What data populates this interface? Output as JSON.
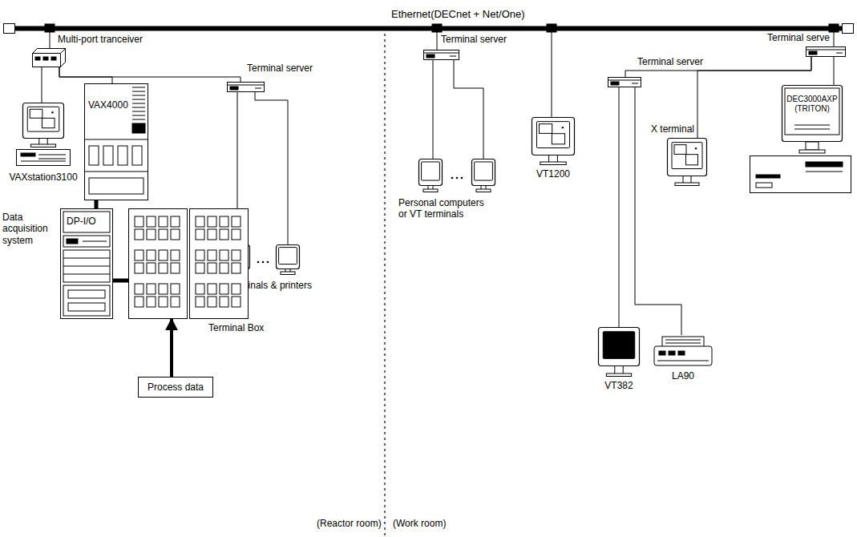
{
  "diagram": {
    "nodes": [
      {
        "text": [
          "Ethernet(DECnet + Net/One)"
        ]
      },
      {
        "text": [
          "Multi-port tranceiver"
        ]
      },
      {
        "text": [
          "VAXstation3100"
        ]
      },
      {
        "text": [
          "VAX4000"
        ]
      },
      {
        "text": [
          "Terminal server"
        ]
      },
      {
        "text": [
          "VT terminals & printers"
        ]
      },
      {
        "text": [
          "Data acquisition system",
          "DP-I/O"
        ]
      },
      {
        "text": [
          "Terminal Box"
        ]
      },
      {
        "text": [
          "Process data"
        ]
      },
      {
        "text": [
          "Terminal server"
        ]
      },
      {
        "text": [
          "Personal computers or VT terminals"
        ]
      },
      {
        "text": [
          "VT1200"
        ]
      },
      {
        "text": [
          "Terminal serve"
        ]
      },
      {
        "text": [
          "Terminal server"
        ]
      },
      {
        "text": [
          "X terminal"
        ]
      },
      {
        "text": [
          "DEC3000AXP (TRITON)"
        ]
      },
      {
        "text": [
          "VT382"
        ]
      },
      {
        "text": [
          "LA90"
        ]
      }
    ],
    "edges": [
      {
        "from": 0,
        "to": 1,
        "arrow": "none"
      },
      {
        "from": 1,
        "to": 2,
        "arrow": "none"
      },
      {
        "from": 1,
        "to": 3,
        "arrow": "none"
      },
      {
        "from": 1,
        "to": 4,
        "arrow": "none"
      },
      {
        "from": 4,
        "to": 5,
        "arrow": "none"
      },
      {
        "from": 3,
        "to": 6,
        "arrow": "none"
      },
      {
        "from": 6,
        "to": 7,
        "arrow": "none"
      },
      {
        "from": 8,
        "to": 7,
        "arrow": "to"
      },
      {
        "from": 0,
        "to": 9,
        "arrow": "none"
      },
      {
        "from": 9,
        "to": 10,
        "arrow": "none"
      },
      {
        "from": 0,
        "to": 11,
        "arrow": "none"
      },
      {
        "from": 0,
        "to": 12,
        "arrow": "none"
      },
      {
        "from": 12,
        "to": 13,
        "arrow": "none"
      },
      {
        "from": 12,
        "to": 14,
        "arrow": "none"
      },
      {
        "from": 12,
        "to": 15,
        "arrow": "none"
      },
      {
        "from": 13,
        "to": 16,
        "arrow": "none"
      },
      {
        "from": 13,
        "to": 17,
        "arrow": "none"
      }
    ],
    "labels": [
      "(Reactor room)",
      "(Work room)"
    ]
  }
}
